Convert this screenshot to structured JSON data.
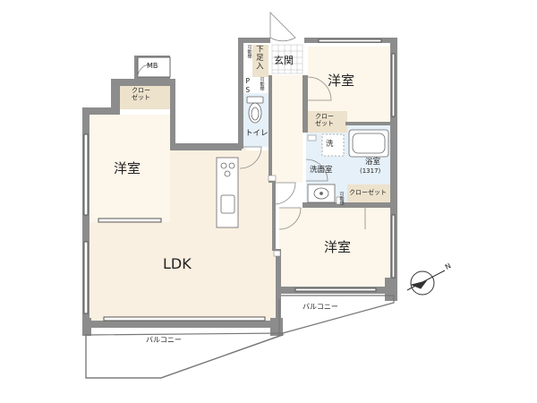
{
  "rooms": {
    "western_upper_right": "洋室",
    "western_left": "洋室",
    "western_lower_right": "洋室",
    "ldk": "LDK",
    "entrance": "玄関",
    "toilet": "トイレ",
    "washroom": "洗面室",
    "bathroom": "浴室",
    "bathroom_size": "(1317)",
    "wash_mark": "洗",
    "mb": "MB",
    "ps": "PS"
  },
  "storage": {
    "closet_left": "クロー\nゼット",
    "closet_center": "クロー\nゼット",
    "closet_lower_right": "クローゼット",
    "shoe_box": "下足入",
    "movable_shelf_1": "可動棚",
    "movable_shelf_2": "可動棚",
    "movable_shelf_3": "可動棚"
  },
  "balconies": {
    "main": "バルコニー",
    "right": "バルコニー"
  },
  "compass": {
    "north": "N"
  },
  "colors": {
    "wall": "#8c8c8c",
    "ldk_floor": "#faf0e1",
    "wet_floor": "#e6f0f8",
    "closet_fill": "#ede2cc",
    "room_floor": "#fdf6ea"
  }
}
